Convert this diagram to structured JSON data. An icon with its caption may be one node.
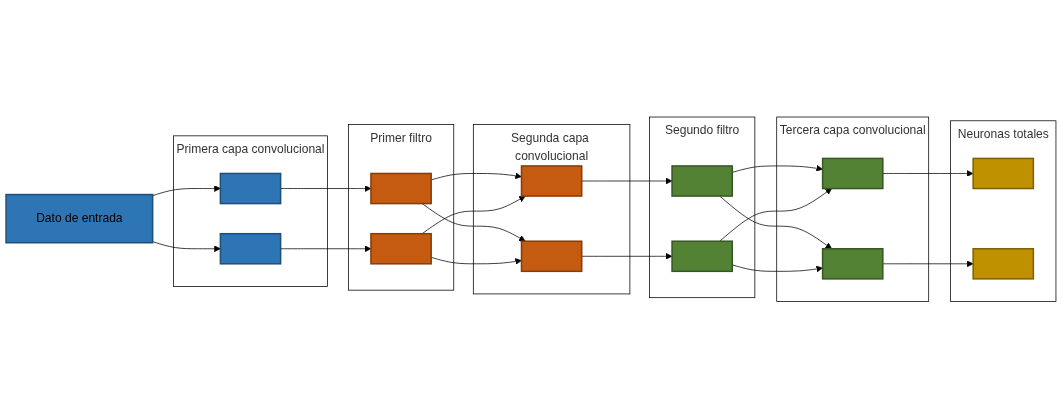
{
  "diagram": {
    "nodes": [
      {
        "text": [
          "Dato de entrada"
        ]
      },
      {
        "text": [
          "Primera capa convolucional"
        ]
      },
      {
        "text": [],
        "shape": "box",
        "in": 1
      },
      {
        "text": [],
        "shape": "box",
        "in": 1
      },
      {
        "text": [
          "Primer filtro"
        ]
      },
      {
        "text": [],
        "shape": "box",
        "in": 4
      },
      {
        "text": [],
        "shape": "box",
        "in": 4
      },
      {
        "text": [
          "Segunda capa convolucional"
        ]
      },
      {
        "text": [],
        "shape": "box",
        "in": 7
      },
      {
        "text": [],
        "shape": "box",
        "in": 7
      },
      {
        "text": [
          "Segundo filtro"
        ]
      },
      {
        "text": [],
        "shape": "box",
        "in": 10
      },
      {
        "text": [],
        "shape": "box",
        "in": 10
      },
      {
        "text": [
          "Tercera capa convolucional"
        ]
      },
      {
        "text": [],
        "shape": "box",
        "in": 13
      },
      {
        "text": [],
        "shape": "box",
        "in": 13
      },
      {
        "text": [
          "Neuronas totales"
        ]
      },
      {
        "text": [],
        "shape": "box",
        "in": 16
      },
      {
        "text": [],
        "shape": "box",
        "in": 16
      }
    ],
    "edges": [
      {
        "from": 0,
        "to": 2,
        "arrow": "to"
      },
      {
        "from": 0,
        "to": 3,
        "arrow": "to"
      },
      {
        "from": 2,
        "to": 5,
        "arrow": "to"
      },
      {
        "from": 3,
        "to": 6,
        "arrow": "to"
      },
      {
        "from": 5,
        "to": 8,
        "arrow": "to"
      },
      {
        "from": 5,
        "to": 9,
        "arrow": "to"
      },
      {
        "from": 6,
        "to": 8,
        "arrow": "to"
      },
      {
        "from": 6,
        "to": 9,
        "arrow": "to"
      },
      {
        "from": 8,
        "to": 11,
        "arrow": "to"
      },
      {
        "from": 9,
        "to": 12,
        "arrow": "to"
      },
      {
        "from": 11,
        "to": 14,
        "arrow": "to"
      },
      {
        "from": 11,
        "to": 15,
        "arrow": "to"
      },
      {
        "from": 12,
        "to": 14,
        "arrow": "to"
      },
      {
        "from": 12,
        "to": 15,
        "arrow": "to"
      },
      {
        "from": 14,
        "to": 17,
        "arrow": "to"
      },
      {
        "from": 15,
        "to": 18,
        "arrow": "to"
      }
    ]
  }
}
